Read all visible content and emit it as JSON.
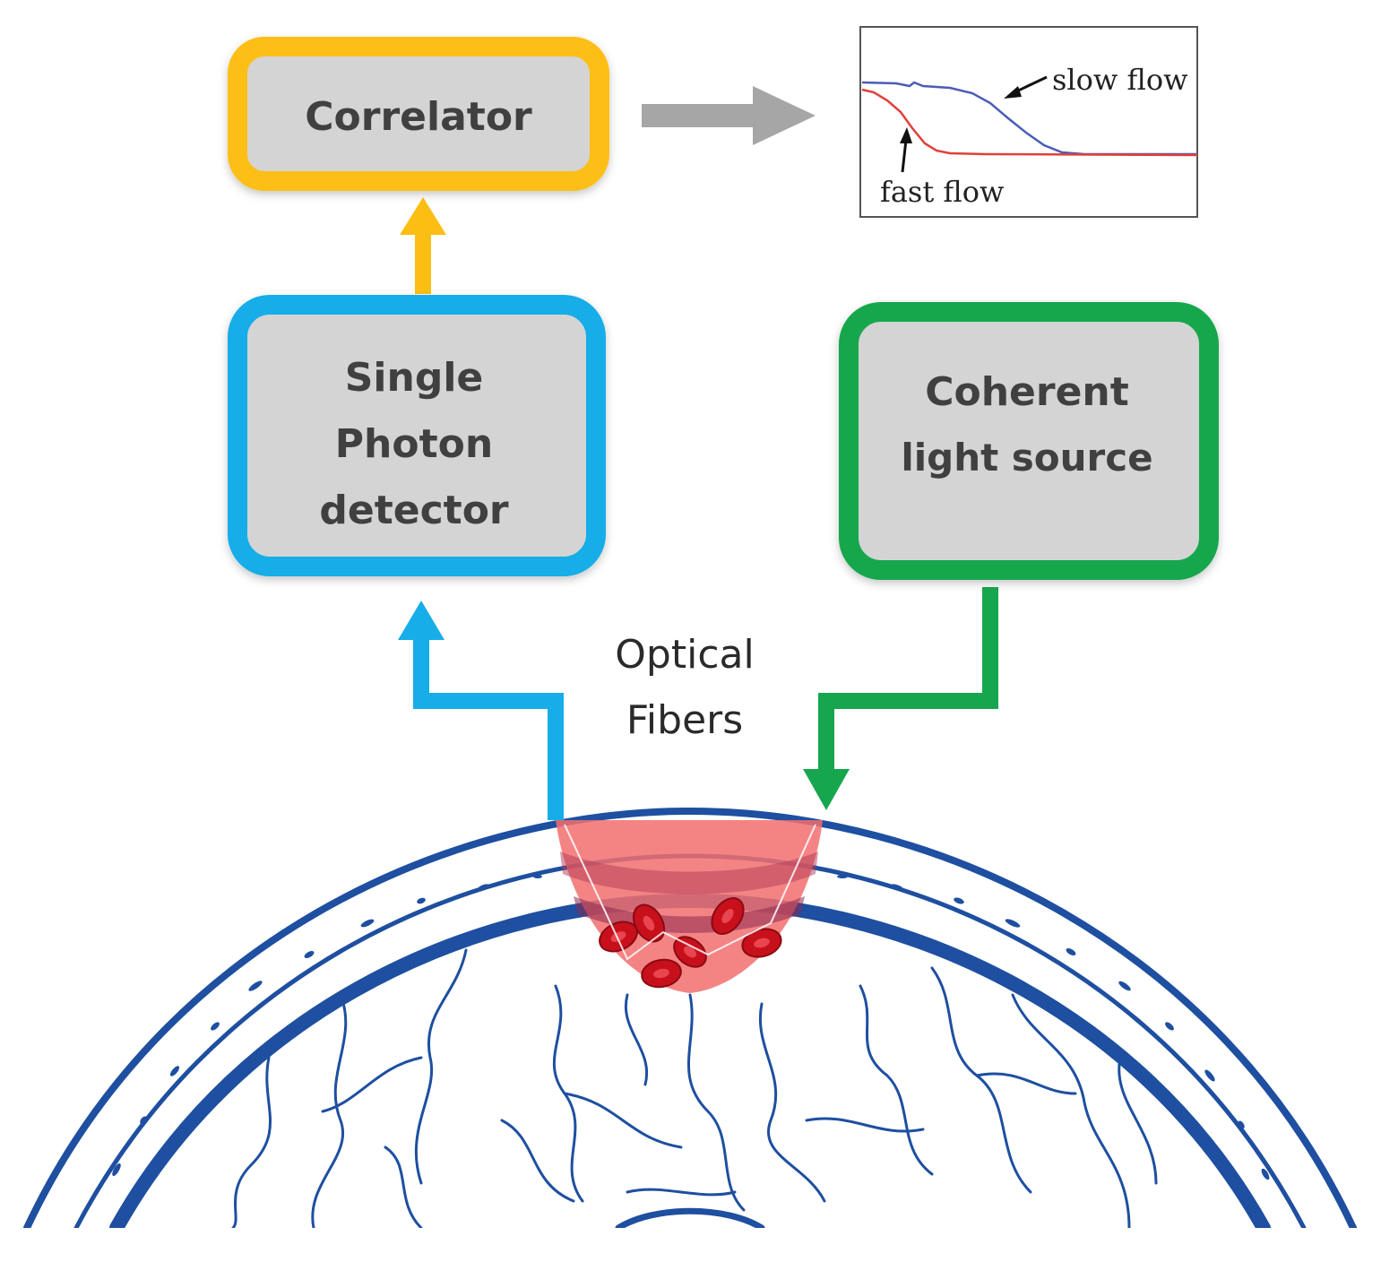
{
  "boxes": {
    "correlator": {
      "lines": [
        "Correlator"
      ],
      "border_color": "#FDBE14"
    },
    "detector": {
      "lines": [
        "Single",
        "Photon",
        "detector"
      ],
      "border_color": "#17ADE8"
    },
    "source": {
      "lines": [
        "Coherent",
        "light source"
      ],
      "border_color": "#16A74E"
    }
  },
  "fiber_label": {
    "lines": [
      "Optical",
      "Fibers"
    ]
  },
  "inset_plot": {
    "slow_label": "slow flow",
    "fast_label": "fast flow",
    "slow_color": "#4A5DB5",
    "fast_color": "#E0403A"
  },
  "colors": {
    "box_fill": "#D4D4D4",
    "arrow_gray": "#A6A6A6",
    "brain_blue": "#1E4FA0",
    "tissue_red": "#F26E6E",
    "cell_red": "#C8101C"
  },
  "icons": {
    "brain": "brain-cross-section-icon",
    "blood_cells": "red-blood-cells-icon"
  }
}
